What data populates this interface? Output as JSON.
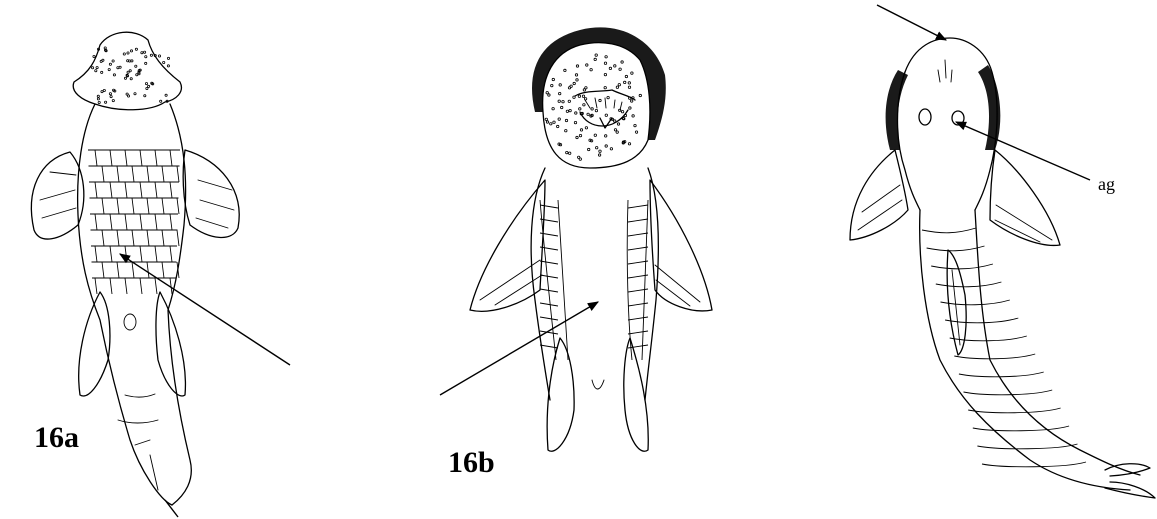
{
  "figure": {
    "panels": [
      {
        "id": "a",
        "label": "16a"
      },
      {
        "id": "b",
        "label": "16b"
      },
      {
        "id": "c",
        "label": ""
      }
    ],
    "annotations": [
      {
        "text": "ag"
      }
    ],
    "colors": {
      "ink": "#000000",
      "background": "#ffffff",
      "dark_shading": "#1a1a1a"
    }
  }
}
